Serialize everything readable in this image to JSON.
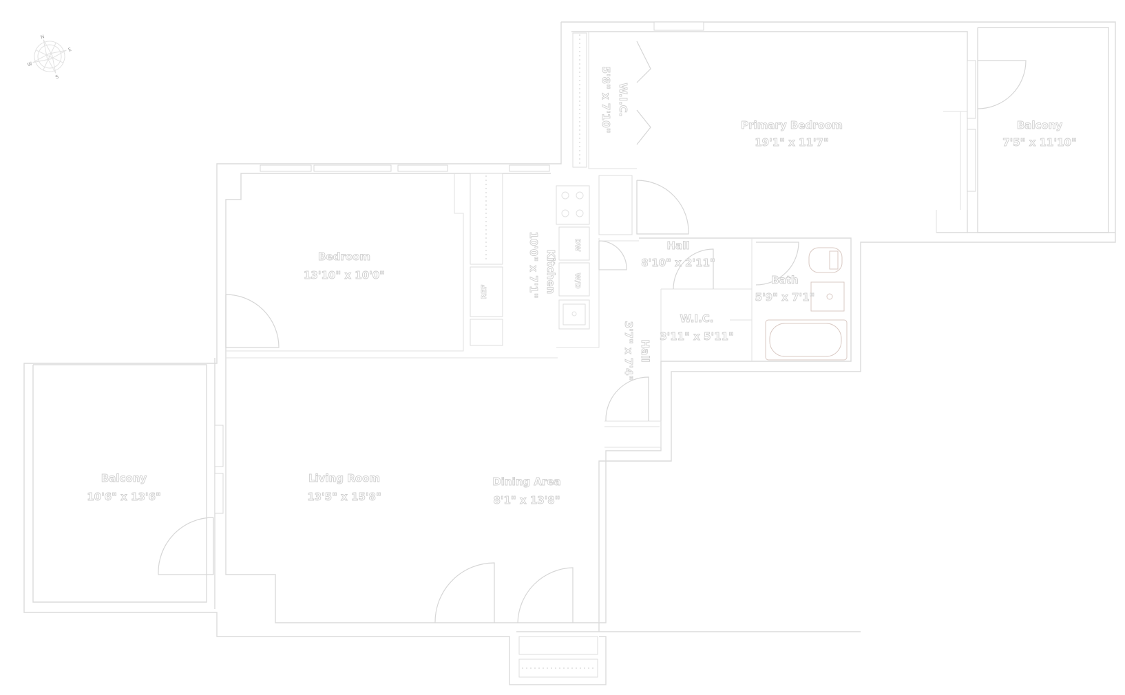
{
  "rooms": {
    "primary_bedroom": {
      "name": "Primary Bedroom",
      "dims": "19'1\" x 11'7\""
    },
    "balcony_east": {
      "name": "Balcony",
      "dims": "7'5\" x 11'10\""
    },
    "wic_north": {
      "name": "W.I.C.",
      "dims": "5'8\" x 7'10\""
    },
    "bedroom": {
      "name": "Bedroom",
      "dims": "13'10\" x 10'0\""
    },
    "kitchen": {
      "name": "Kitchen",
      "dims": "10'0\" x 7'1\""
    },
    "hall_upper": {
      "name": "Hall",
      "dims": "8'10\" x 2'11\""
    },
    "bath": {
      "name": "Bath",
      "dims": "5'9\" x 7'1\""
    },
    "wic_hall": {
      "name": "W.I.C.",
      "dims": "3'11\" x 5'11\""
    },
    "hall_lower": {
      "name": "Hall",
      "dims": "3'7\" x 7'4\""
    },
    "balcony_west": {
      "name": "Balcony",
      "dims": "10'6\" x 13'6\""
    },
    "living_room": {
      "name": "Living Room",
      "dims": "13'5\" x 15'8\""
    },
    "dining_area": {
      "name": "Dining Area",
      "dims": "8'1\" x 13'8\""
    }
  },
  "fixtures": {
    "refrigerator": "REF",
    "dishwasher": "DW",
    "washer_dryer": "W/D"
  },
  "compass": {
    "letters": [
      "N",
      "E",
      "S",
      "W"
    ]
  }
}
